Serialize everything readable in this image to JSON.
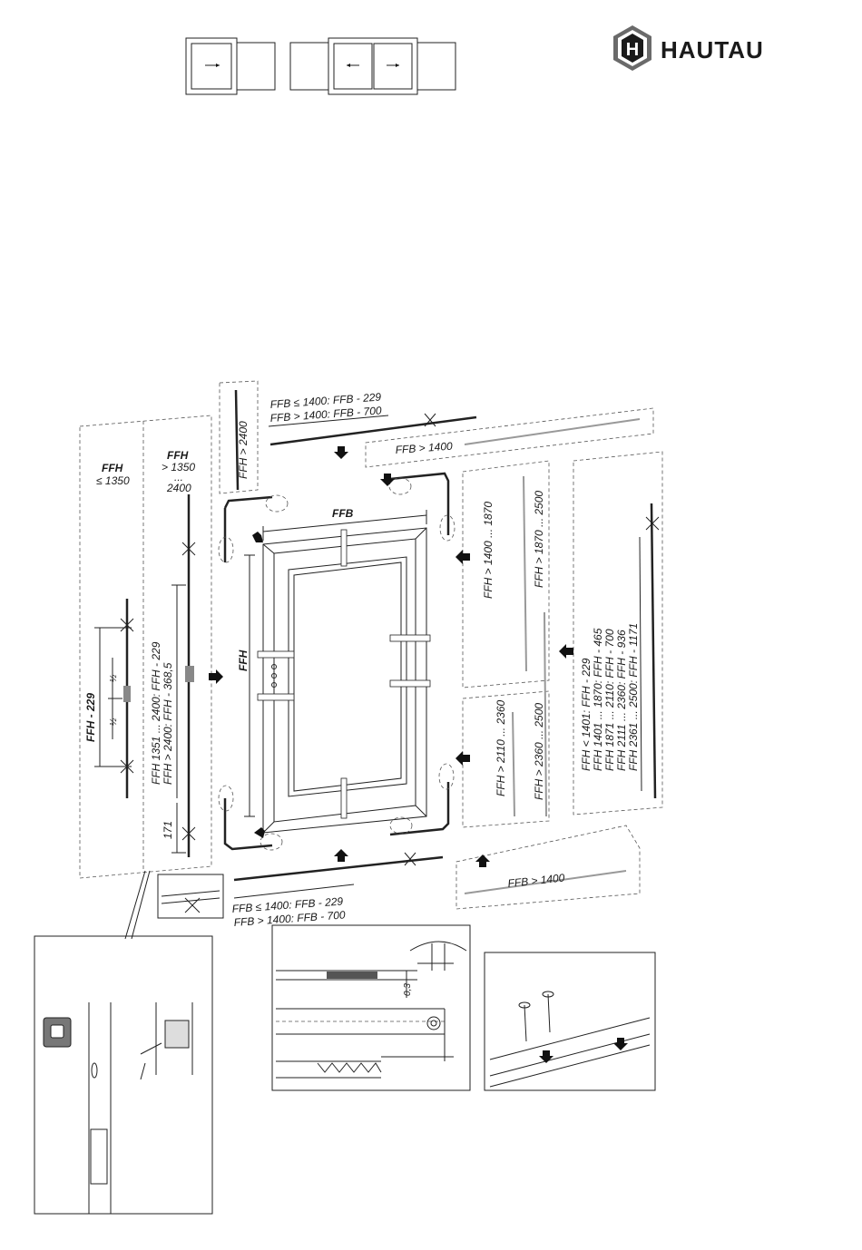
{
  "brand": {
    "name": "HAUTAU",
    "logo_letter": "H"
  },
  "labels": {
    "ffh_le_1350_a": "FFH",
    "ffh_le_1350_b": "≤ 1350",
    "ffh_range_a": "FFH",
    "ffh_range_b": "> 1350",
    "ffh_range_c": "...",
    "ffh_range_d": "2400",
    "ffh_gt_2400": "FFH > 2400",
    "ffb_top_1": "FFB ≤ 1400: FFB - 229",
    "ffb_top_2": "FFB > 1400: FFB - 700",
    "ffb_gt_1400_top": "FFB > 1400",
    "ffb_center": "FFB",
    "ffh_center": "FFH",
    "ffh_minus_229": "FFH - 229",
    "half_1": "½",
    "half_2": "½",
    "ffh_1351_2400": "FFH 1351 ... 2400: FFH - 229",
    "ffh_gt_2400_368": "FFH > 2400: FFH - 368,5",
    "dim_171": "171",
    "ffh_1400_1870": "FFH > 1400 ... 1870",
    "ffh_1870_2500": "FFH > 1870 ... 2500",
    "ffh_2110_2360": "FFH > 2110 ... 2360",
    "ffh_2360_2500": "FFH > 2360 ... 2500",
    "table_1": "FFH < 1401:  FFH - 229",
    "table_2": "FFH 1401 ... 1870:  FFH - 465",
    "table_3": "FFH 1871 ... 2110:  FFH - 700",
    "table_4": "FFH 2111 ... 2360:  FFH - 936",
    "table_5": "FFH 2361 ... 2500:  FFH - 1171",
    "ffb_bot_1": "FFB ≤ 1400: FFB - 229",
    "ffb_bot_2": "FFB > 1400: FFB - 700",
    "ffb_gt_1400_bot": "FFB > 1400",
    "dim_03": "0,3"
  }
}
